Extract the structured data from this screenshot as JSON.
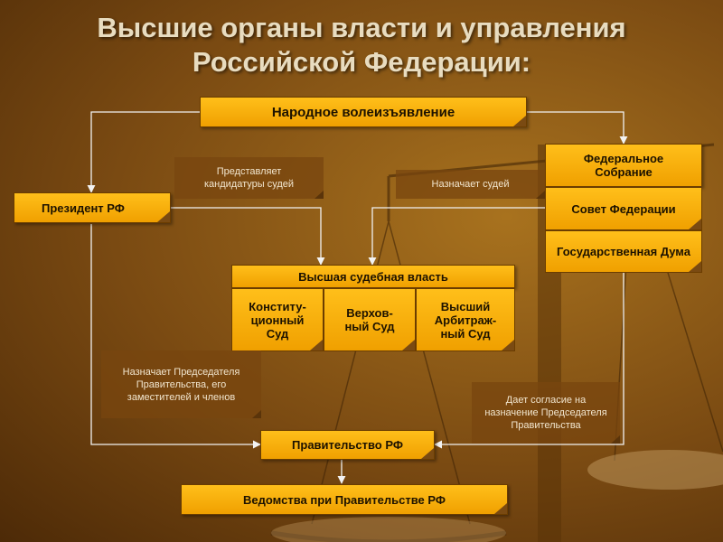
{
  "title": {
    "line1": "Высшие органы власти и управления",
    "line2": "Российской Федерации:"
  },
  "nodes": {
    "people": "Народное волеизъявление",
    "president": "Президент РФ",
    "federal_assembly": "Федеральное Собрание",
    "federation_council": "Совет Федерации",
    "state_duma": "Государственная Дума",
    "judicial": "Высшая судебная власть",
    "constitutional_court": "Конститу-ционный Суд",
    "supreme_court": "Верхов-ный Суд",
    "arbitration_court": "Высший Арбитраж-ный Суд",
    "government": "Правительство РФ",
    "agencies": "Ведомства при Правительстве РФ"
  },
  "notes": {
    "represents_judges": "Представляет кандидатуры судей",
    "appoints_judges": "Назначает судей",
    "appoints_chairman": "Назначает Председателя Правительства, его заместителей и членов",
    "consents_chairman": "Дает согласие на назначение Председателя Правительства"
  },
  "colors": {
    "box_fill": "#f5aa00",
    "background": "#7a4a12",
    "title_text": "#e8dcc0",
    "connector": "#f2f2f2"
  }
}
